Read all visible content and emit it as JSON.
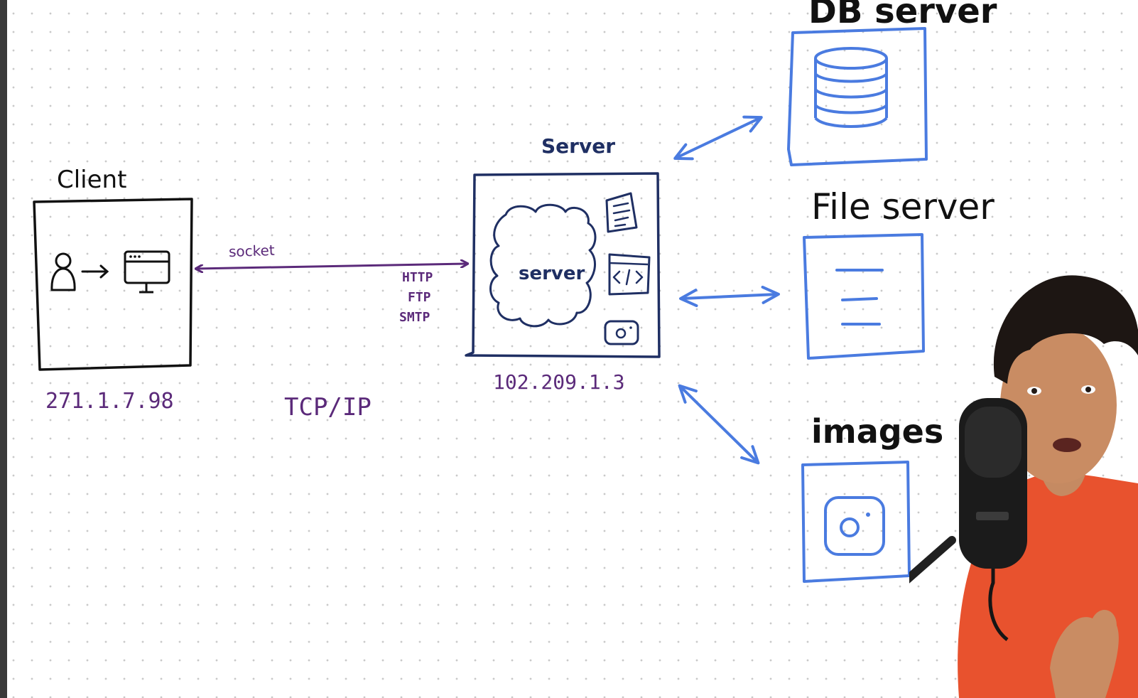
{
  "client": {
    "title": "Client",
    "ip": "271.1.7.98"
  },
  "connection": {
    "socket_label": "socket",
    "protocols": [
      "HTTP",
      "FTP",
      "SMTP"
    ],
    "stack_label": "TCP/IP"
  },
  "server": {
    "title": "Server",
    "inner_label": "server",
    "ip": "102.209.1.3"
  },
  "backends": {
    "db": {
      "title": "DB server"
    },
    "file": {
      "title": "File server"
    },
    "images": {
      "title": "images"
    }
  },
  "colors": {
    "ink_black": "#111111",
    "ink_navy": "#1f2f63",
    "ink_purple": "#5b2a7a",
    "ink_blue": "#4a7be0",
    "shirt_orange": "#e8522e"
  },
  "icons": [
    "person-icon",
    "browser-window-icon",
    "document-icon",
    "code-icon",
    "camera-icon",
    "database-icon",
    "text-lines-icon",
    "image-icon",
    "microphone-icon"
  ]
}
